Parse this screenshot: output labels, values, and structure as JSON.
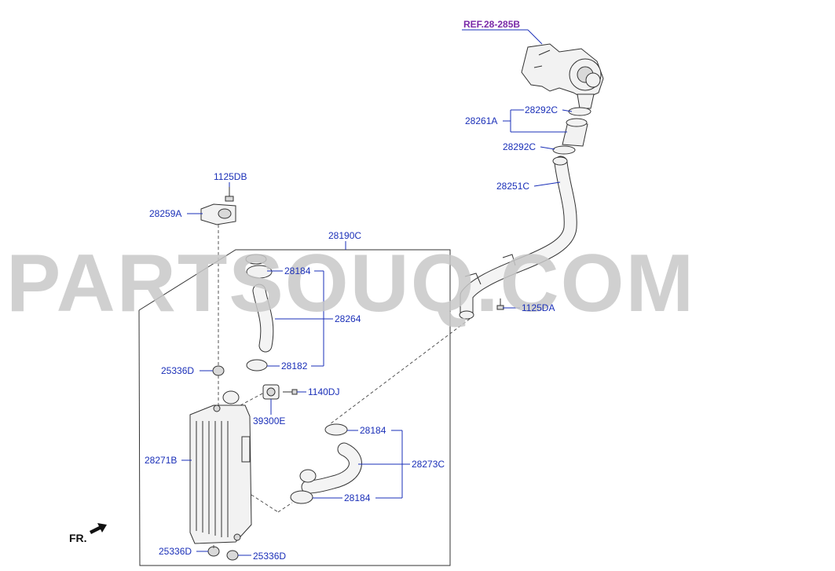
{
  "watermark": "PARTSOUQ.COM",
  "direction_label": "FR.",
  "reference": "REF.28-285B",
  "parts": {
    "p28292c_top": "28292C",
    "p28261a": "28261A",
    "p28292c_bottom": "28292C",
    "p28251c": "28251C",
    "p1125da": "1125DA",
    "p1125db": "1125DB",
    "p28259a": "28259A",
    "p28190c": "28190C",
    "p28184_upper": "28184",
    "p28264": "28264",
    "p25336d_mid": "25336D",
    "p28182": "28182",
    "p1140dj": "1140DJ",
    "p39300e": "39300E",
    "p28184_mid": "28184",
    "p28273c": "28273C",
    "p28271b": "28271B",
    "p28184_lower": "28184",
    "p25336d_left": "25336D",
    "p25336d_right": "25336D"
  },
  "colors": {
    "label": "#1a2fb8",
    "reference": "#7a2aa8",
    "watermark": "#c8c8c8"
  }
}
